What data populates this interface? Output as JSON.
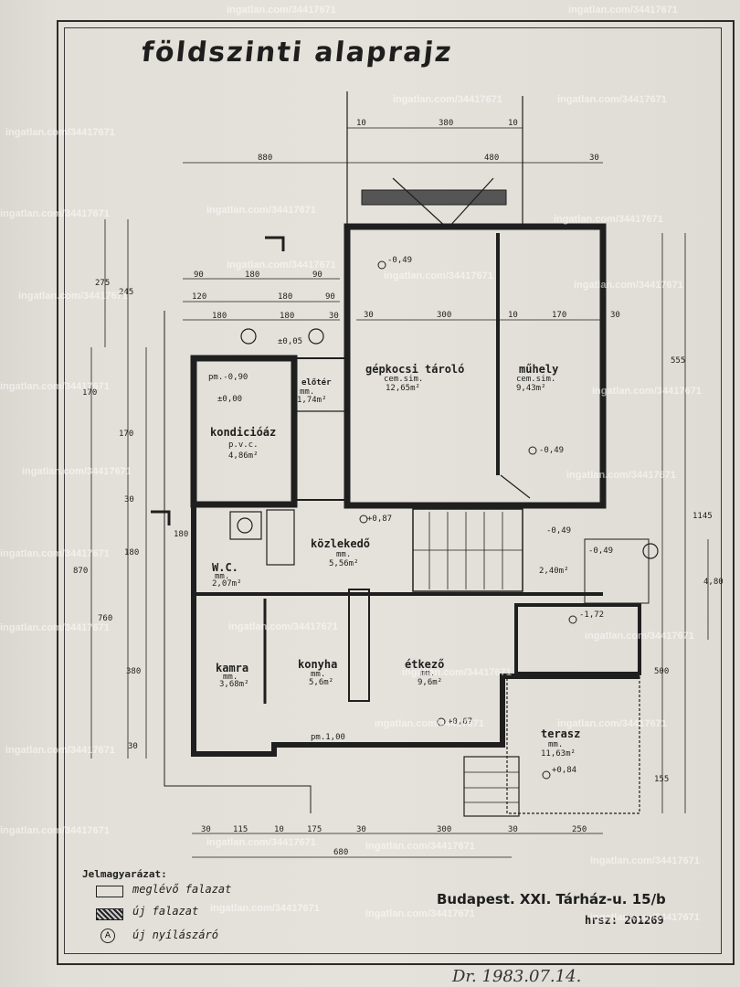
{
  "title": "földszinti alaprajz",
  "watermark": "ingatlan.com/34417671",
  "rooms": {
    "garage": {
      "name": "gépkocsi tároló",
      "floor": "cem.sim.",
      "area": "12,65m²"
    },
    "workshop": {
      "name": "műhely",
      "floor": "cem.sim.",
      "area": "9,43m²"
    },
    "conditioning": {
      "name": "kondicióáz",
      "floor": "p.v.c.",
      "area": "4,86m²"
    },
    "closet": {
      "name": "előtér",
      "floor": "mm.",
      "area": "1,74m²"
    },
    "hall": {
      "name": "közlekedő",
      "floor": "mm.",
      "area": "5,56m²"
    },
    "wc": {
      "name": "W.C.",
      "floor": "mm.",
      "area": "2,07m²"
    },
    "pantry": {
      "name": "kamra",
      "floor": "mm.",
      "area": "3,68m²"
    },
    "kitchen": {
      "name": "konyha",
      "floor": "mm.",
      "area": "5,6m²"
    },
    "dining": {
      "name": "étkező",
      "floor": "mm.",
      "area": "9,6m²"
    },
    "terrace": {
      "name": "terasz",
      "floor": "mm.",
      "area": "11,63m²"
    },
    "stair": {
      "area": "2,40m²"
    }
  },
  "levels": [
    "-0,49",
    "-0,49",
    "-0,49",
    "±0,00",
    "+0,87",
    "-0,49",
    "+0,67",
    "+0,84",
    "-1,72",
    "pm.-0,90",
    "pm.1,00",
    "±0,05"
  ],
  "dimensions": {
    "top": [
      "10",
      "380",
      "880",
      "480",
      "30",
      "30",
      "300",
      "10",
      "170",
      "30",
      "10"
    ],
    "left_top": [
      "90",
      "180",
      "90",
      "120",
      "180",
      "90",
      "180",
      "180",
      "30"
    ],
    "left_vertical": [
      "275",
      "245",
      "170",
      "870",
      "170",
      "30",
      "180",
      "760",
      "380",
      "180",
      "30"
    ],
    "right_vertical": [
      "555",
      "1145",
      "500",
      "155",
      "4,80"
    ],
    "bottom": [
      "30",
      "115",
      "10",
      "175",
      "30",
      "300",
      "30",
      "250",
      "680"
    ]
  },
  "legend": {
    "heading": "Jelmagyarázat:",
    "items": [
      "meglévő falazat",
      "új falazat",
      "új nyílászáró"
    ]
  },
  "address": "Budapest. XXI. Tárház-u. 15/b",
  "hrsz": "hrsz: 201269",
  "signature": "Dr. 1983.07.14."
}
